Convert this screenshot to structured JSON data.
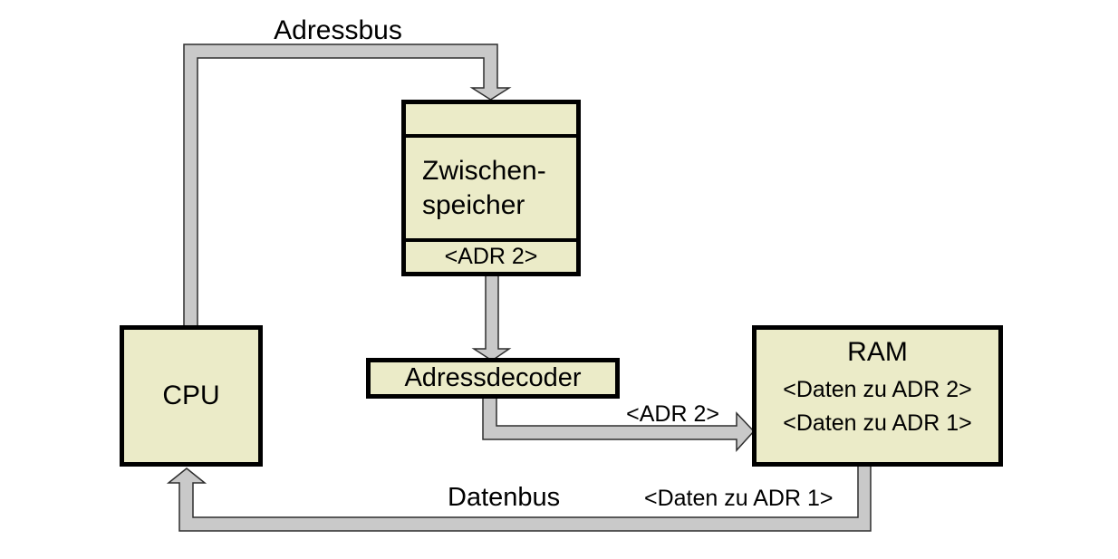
{
  "diagram": {
    "bus_labels": {
      "adressbus": "Adressbus",
      "datenbus": "Datenbus",
      "adr2": "<ADR 2>",
      "daten_zu_adr1": "<Daten zu ADR 1>"
    },
    "boxes": {
      "cpu": {
        "label": "CPU"
      },
      "zwischenspeicher": {
        "line1": "Zwischen-",
        "line2": "speicher",
        "adr": "<ADR 2>"
      },
      "adressdecoder": {
        "label": "Adressdecoder"
      },
      "ram": {
        "title": "RAM",
        "entry1": "<Daten zu ADR 2>",
        "entry2": "<Daten zu ADR 1>"
      }
    },
    "colors": {
      "background": "#ffffff",
      "text": "#000000",
      "box_fill": "#ebebc8",
      "box_border": "#000000",
      "bus_fill": "#c9c9c9",
      "bus_outline": "#2e2e2e"
    }
  }
}
